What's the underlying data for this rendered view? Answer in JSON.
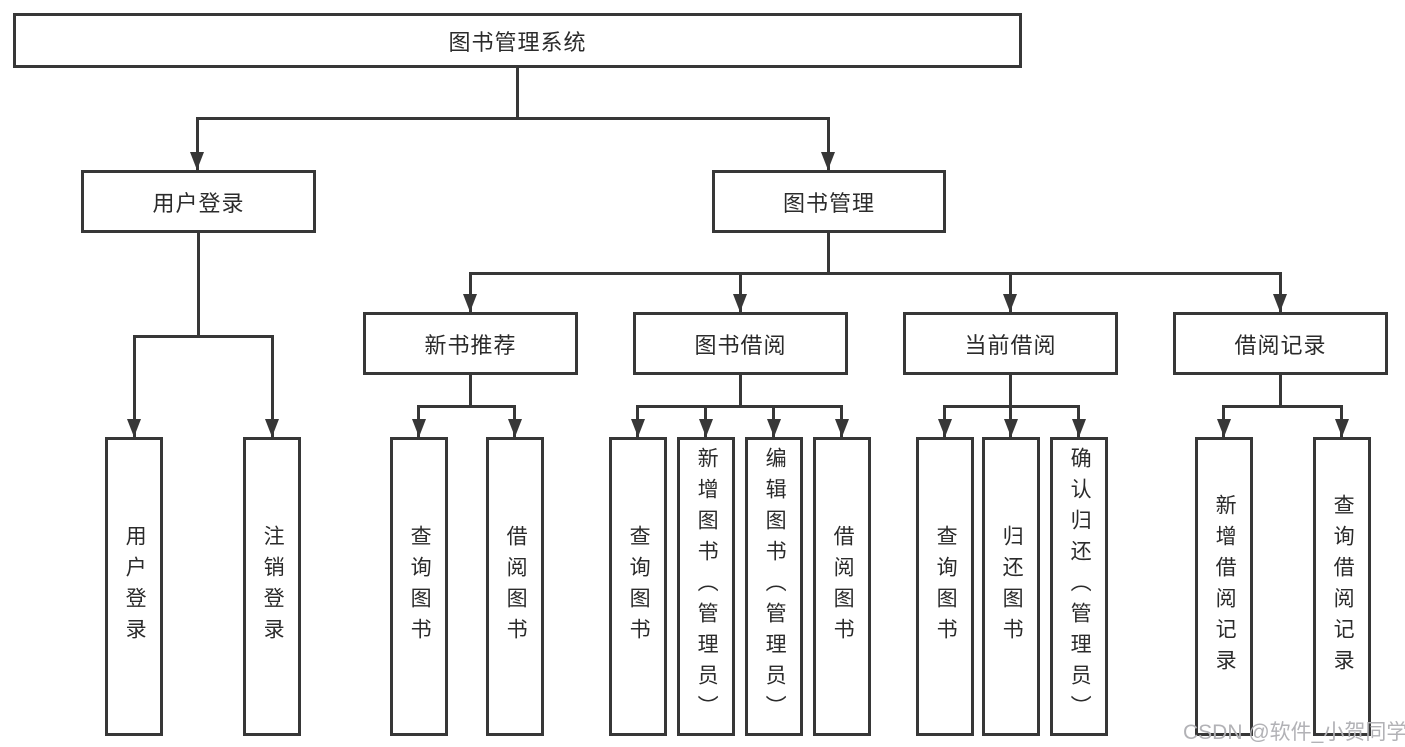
{
  "colors": {
    "line": "#373737",
    "text": "#2b2b2b",
    "watermark": "#b2b2b6",
    "bg": "#ffffff"
  },
  "diagram": {
    "root": "图书管理系统",
    "l2": [
      "用户登录",
      "图书管理"
    ],
    "l3": [
      "新书推荐",
      "图书借阅",
      "当前借阅",
      "借阅记录"
    ],
    "leaves": {
      "user": [
        "用户登录",
        "注销登录"
      ],
      "recommend": [
        "查询图书",
        "借阅图书"
      ],
      "borrow": [
        "查询图书",
        "新增图书（管理员）",
        "编辑图书（管理员）",
        "借阅图书"
      ],
      "current": [
        "查询图书",
        "归还图书",
        "确认归还（管理员）"
      ],
      "records": [
        "新增借阅记录",
        "查询借阅记录"
      ]
    },
    "watermark": "CSDN @软件_小贺同学"
  }
}
